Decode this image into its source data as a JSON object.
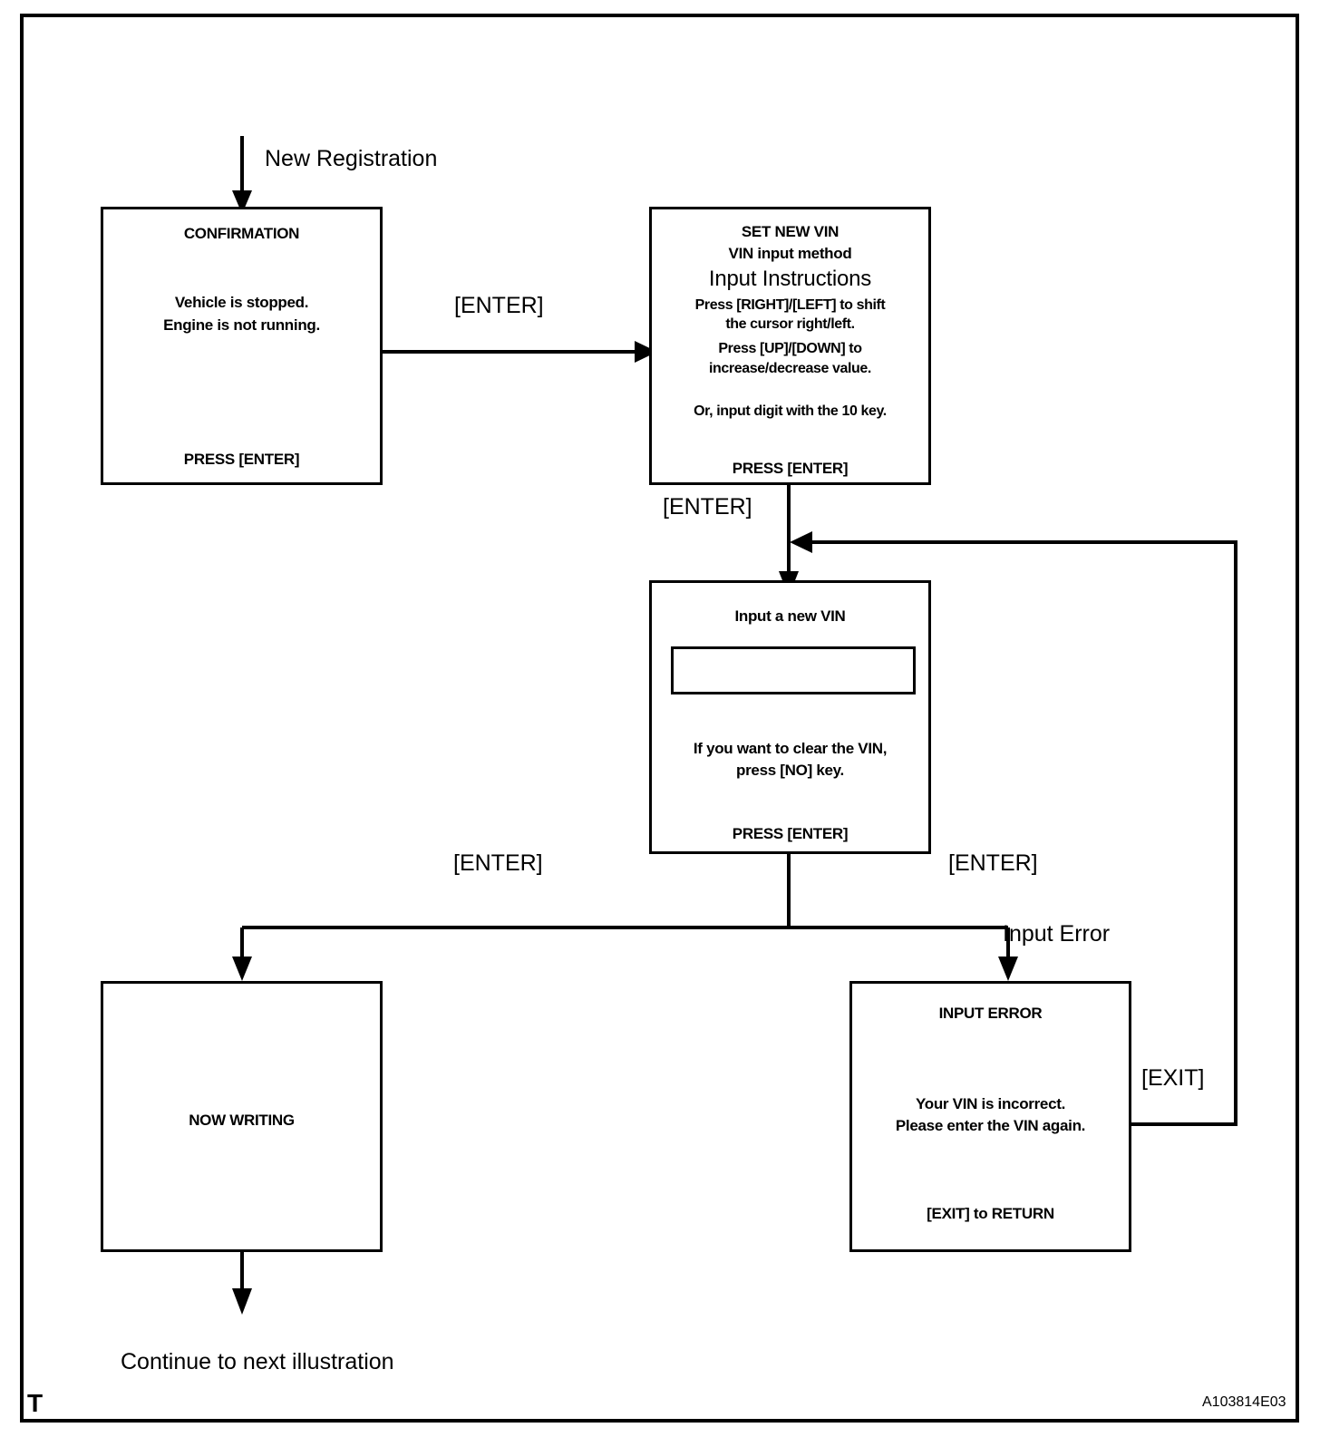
{
  "diagram": {
    "figure_code": "A103814E03",
    "corner_mark": "T",
    "entry_label": "New Registration",
    "exit_label": "Continue to next illustration",
    "branch_label_error": "Input Error"
  },
  "boxes": {
    "confirmation": {
      "title": "CONFIRMATION",
      "body_line1": "Vehicle is stopped.",
      "body_line2": "Engine is not running.",
      "footer": "PRESS [ENTER]"
    },
    "set_new_vin": {
      "title": "SET NEW VIN",
      "subtitle": "VIN input method",
      "heading": "Input Instructions",
      "line1": "Press [RIGHT]/[LEFT] to shift",
      "line2": "the cursor right/left.",
      "line3": "Press [UP]/[DOWN]  to",
      "line4": "increase/decrease value.",
      "line5": "Or, input digit with the 10 key.",
      "footer": "PRESS [ENTER]"
    },
    "input_new_vin": {
      "title": "Input a new VIN",
      "field_value": "",
      "note_line1": "If you want to clear the VIN,",
      "note_line2": "press [NO] key.",
      "footer": "PRESS [ENTER]"
    },
    "now_writing": {
      "title": "NOW WRITING"
    },
    "input_error": {
      "title": "INPUT  ERROR",
      "body_line1": "Your VIN is incorrect.",
      "body_line2": "Please enter the VIN again.",
      "footer": "[EXIT] to RETURN"
    }
  },
  "transitions": {
    "confirmation_to_setvin": "[ENTER]",
    "setvin_to_inputvin": "[ENTER]",
    "inputvin_to_nowwriting": "[ENTER]",
    "inputvin_to_error": "[ENTER]",
    "error_to_inputvin": "[EXIT]"
  }
}
